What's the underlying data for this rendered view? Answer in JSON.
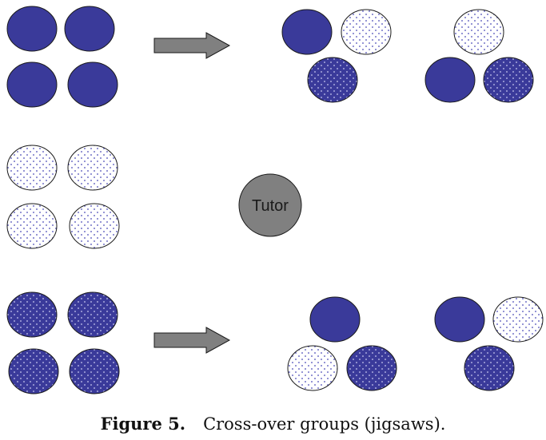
{
  "colors": {
    "solid": "#3a3a9a",
    "dotted_fill": "#ffffff",
    "dot_on_white": "#4a4ab8",
    "dot_on_blue": "#c9c9f0",
    "outline": "#1a1a1a",
    "arrow_fill": "#808080",
    "tutor_fill": "#808080"
  },
  "tutor": {
    "label": "Tutor"
  },
  "caption": {
    "label": "Figure 5.",
    "text": "Cross-over groups (jigsaws)."
  },
  "icons": [
    "arrow-right-icon",
    "arrow-right-icon"
  ]
}
